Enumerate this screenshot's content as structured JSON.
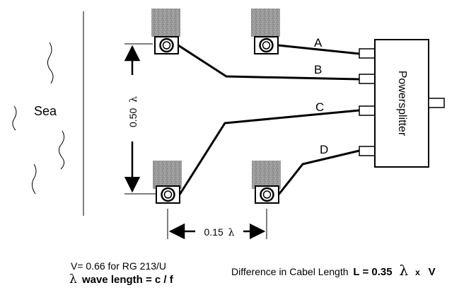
{
  "sea_label": "Sea",
  "cables": [
    {
      "id": "A",
      "label": "A"
    },
    {
      "id": "B",
      "label": "B"
    },
    {
      "id": "C",
      "label": "C"
    },
    {
      "id": "D",
      "label": "D"
    }
  ],
  "splitter_label": "Powersplitter",
  "vertical_spacing": {
    "value": "0.50",
    "unit": "λ"
  },
  "horizontal_spacing": {
    "value": "0.15",
    "unit": "λ"
  },
  "notes": {
    "velocity_factor": "V= 0.66 for RG 213/U",
    "wavelength_symbol": "λ",
    "wavelength_formula": "wave length = c / f",
    "difference_prefix": "Difference in Cabel Length",
    "difference_formula_start": "L = 0.35",
    "difference_lambda": "λ",
    "difference_times": "x",
    "difference_v": "V"
  },
  "colors": {
    "antenna_block": "#9a9a9a",
    "antenna_speckle": "#6e6e6e",
    "line": "#000000",
    "background": "#ffffff"
  }
}
